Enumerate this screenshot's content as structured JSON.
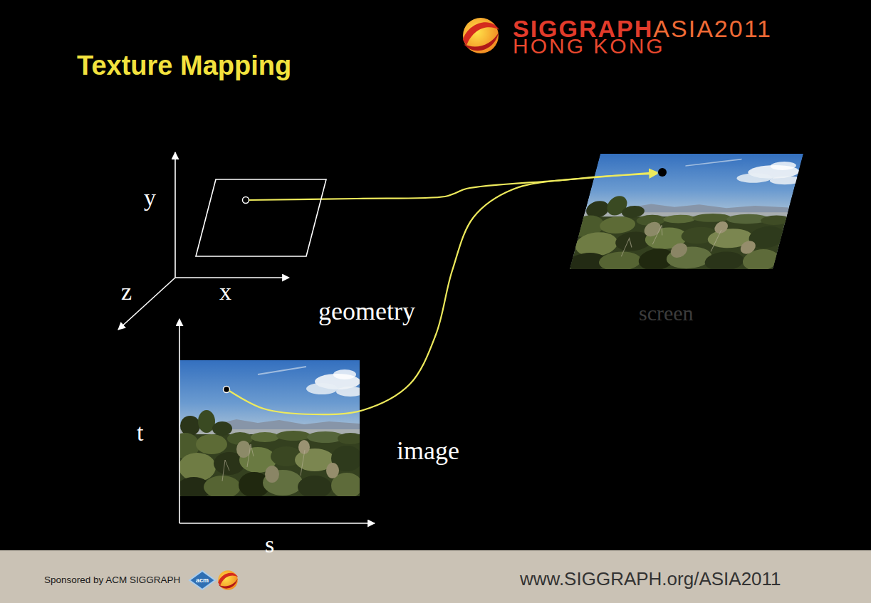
{
  "diagram": {
    "title": "Texture Mapping",
    "nodes": [
      {
        "text": [
          "geometry"
        ]
      },
      {
        "text": [
          "screen"
        ]
      },
      {
        "text": [
          "image"
        ]
      }
    ],
    "edges": [
      {
        "from": 0,
        "to": 1,
        "arrow": "to"
      },
      {
        "from": 2,
        "to": 1,
        "arrow": "to"
      }
    ],
    "labels": [
      "SIGGRAPH",
      "ASIA2011",
      "HONG KONG",
      "y",
      "z",
      "x",
      "t",
      "s",
      "Sponsored by ACM SIGGRAPH",
      "acm",
      "www.SIGGRAPH.org/ASIA2011"
    ]
  }
}
